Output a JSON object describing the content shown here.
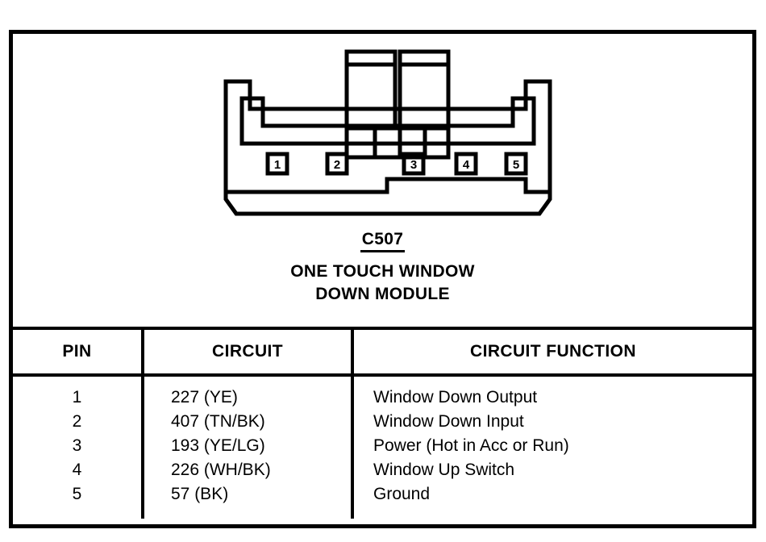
{
  "document": {
    "kind": "automotive-connector-pinout-diagram"
  },
  "connector": {
    "code": "C507",
    "name_line1": "ONE TOUCH WINDOW",
    "name_line2": "DOWN MODULE",
    "pin_labels": [
      "1",
      "2",
      "3",
      "4",
      "5"
    ],
    "cavity_count": 5,
    "color": "#000000"
  },
  "table": {
    "headers": {
      "pin": "PIN",
      "circuit": "CIRCUIT",
      "function": "CIRCUIT FUNCTION"
    },
    "rows": [
      {
        "pin": "1",
        "circuit": "227 (YE)",
        "function": "Window Down Output"
      },
      {
        "pin": "2",
        "circuit": "407 (TN/BK)",
        "function": "Window Down Input"
      },
      {
        "pin": "3",
        "circuit": "193 (YE/LG)",
        "function": "Power (Hot in Acc or Run)"
      },
      {
        "pin": "4",
        "circuit": "226 (WH/BK)",
        "function": "Window Up Switch"
      },
      {
        "pin": "5",
        "circuit": "57 (BK)",
        "function": "Ground"
      }
    ]
  }
}
